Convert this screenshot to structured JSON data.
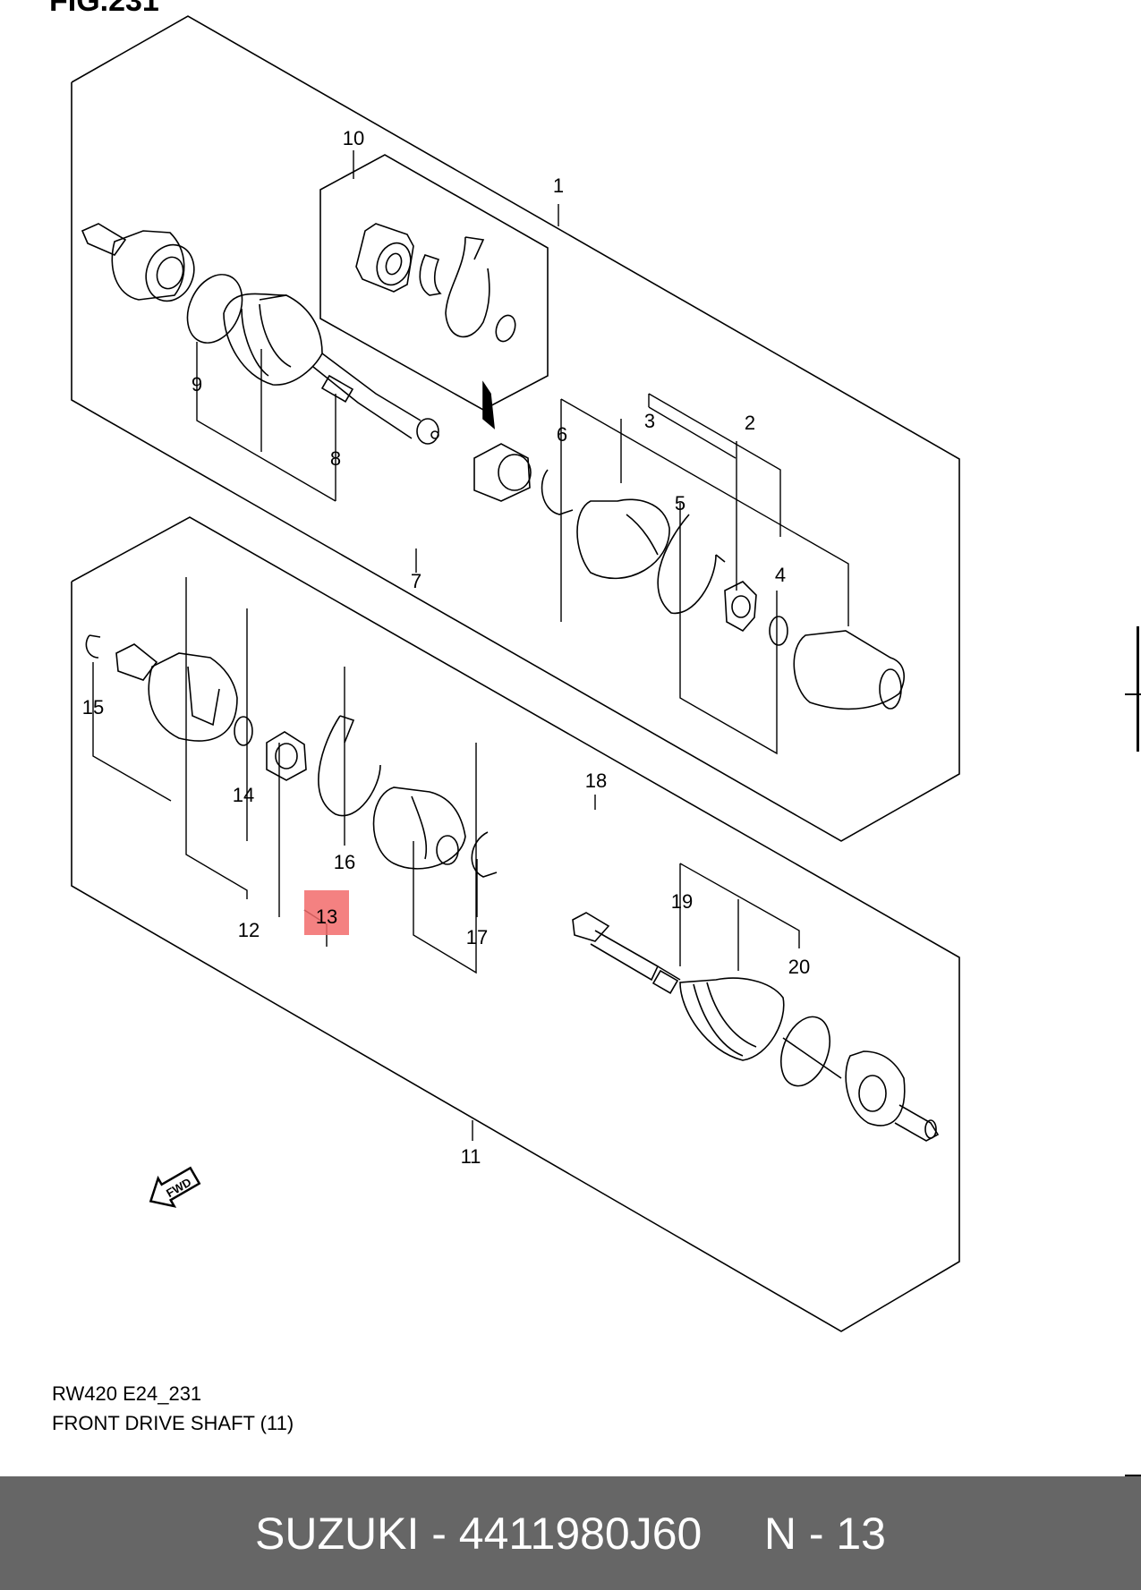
{
  "figure": {
    "title": "FIG.231",
    "code": "RW420 E24_231",
    "description": "FRONT DRIVE SHAFT (11)",
    "fwd_label": "FWD",
    "highlight_color": "#f26b6b",
    "callouts": [
      "1",
      "2",
      "3",
      "4",
      "5",
      "6",
      "7",
      "8",
      "9",
      "10",
      "11",
      "12",
      "13",
      "14",
      "15",
      "16",
      "17",
      "18",
      "19",
      "20"
    ],
    "highlighted_callout": "13"
  },
  "footer": {
    "text": "SUZUKI - 4411980J60     N - 13",
    "background": "#666666"
  }
}
